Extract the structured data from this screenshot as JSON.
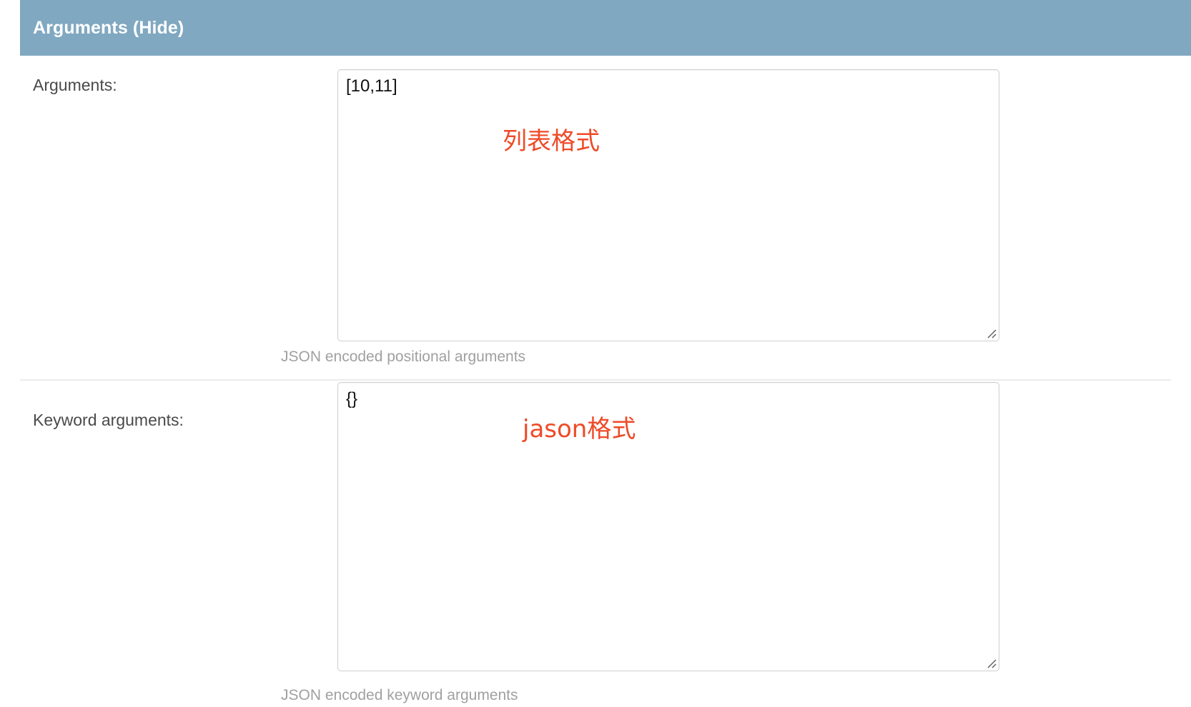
{
  "panel": {
    "header_title": "Arguments (Hide)",
    "header_color": "#80a8c0"
  },
  "annotation_color": "#ef4a28",
  "fields": [
    {
      "label": "Arguments:",
      "value": "[10,11]",
      "placeholder": "",
      "help_text": "JSON encoded positional arguments",
      "annotation": "列表格式"
    },
    {
      "label": "Keyword arguments:",
      "value": "{}",
      "placeholder": "",
      "help_text": "JSON encoded keyword arguments",
      "annotation": "jason格式"
    }
  ]
}
